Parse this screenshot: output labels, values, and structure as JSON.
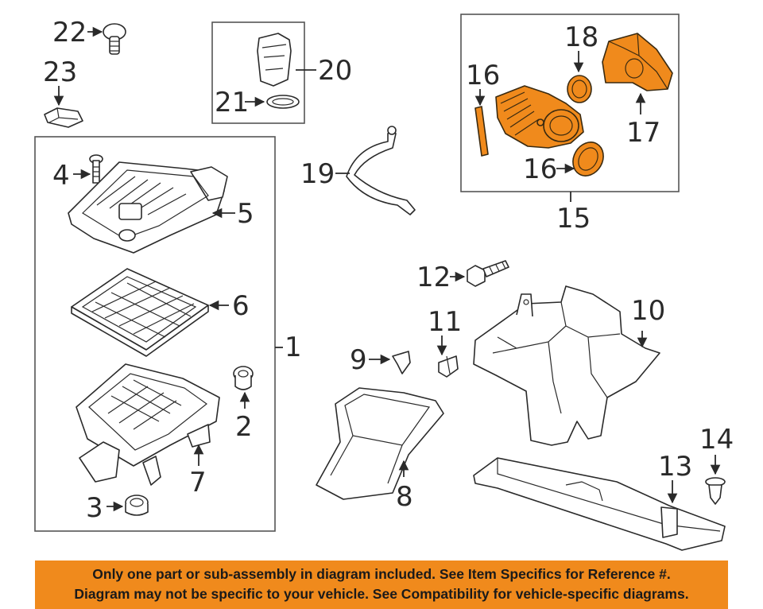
{
  "callouts": {
    "c1": "1",
    "c2": "2",
    "c3": "3",
    "c4": "4",
    "c5": "5",
    "c6": "6",
    "c7": "7",
    "c8": "8",
    "c9": "9",
    "c10": "10",
    "c11": "11",
    "c12": "12",
    "c13": "13",
    "c14": "14",
    "c15": "15",
    "c16a": "16",
    "c16b": "16",
    "c17": "17",
    "c18": "18",
    "c19": "19",
    "c20": "20",
    "c21": "21",
    "c22": "22",
    "c23": "23"
  },
  "notice": {
    "line1": "Only one part or sub-assembly in diagram included. See Item Specifics for Reference #.",
    "line2": "Diagram may not be specific to your vehicle. See Compatibility for vehicle-specific diagrams."
  },
  "colors": {
    "highlight": "#f08a1c",
    "banner": "#f08a1c",
    "line": "#2a2a2a"
  }
}
